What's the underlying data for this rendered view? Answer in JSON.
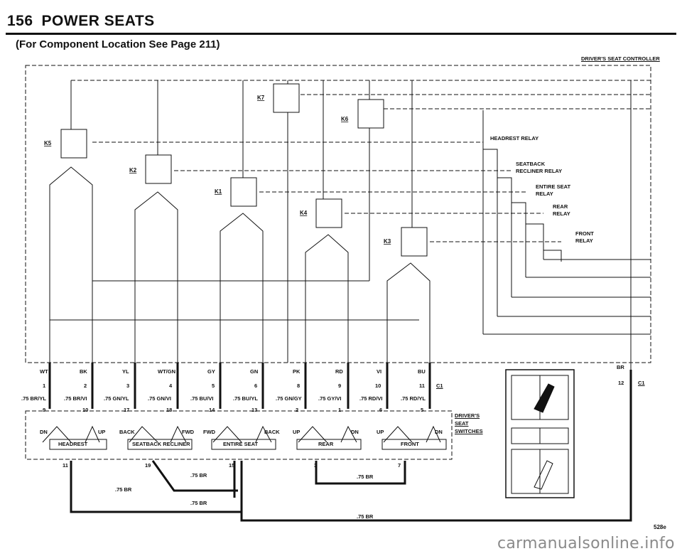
{
  "header": {
    "page_number": "156",
    "title": "POWER SEATS",
    "subtitle": "(For Component Location See Page 211)"
  },
  "controller": {
    "label": "DRIVER'S SEAT CONTROLLER",
    "relays": [
      "K7",
      "K6",
      "K5",
      "K2",
      "K1",
      "K4",
      "K3"
    ],
    "relay_labels": {
      "headrest": "HEADREST RELAY",
      "seatback": "SEATBACK",
      "recliner": "RECLINER RELAY",
      "entire_seat": "ENTIRE SEAT",
      "relay": "RELAY",
      "rear": "REAR",
      "front": "FRONT"
    }
  },
  "wires_top": [
    "WT",
    "BK",
    "YL",
    "WT/GN",
    "GY",
    "GN",
    "PK",
    "RD",
    "VI",
    "BU",
    "BR"
  ],
  "wires_bottom": [
    ".75 BR/YL",
    ".75 BR/VI",
    ".75 GN/YL",
    ".75 GN/VI",
    ".75 BU/VI",
    ".75 BU/YL",
    ".75 GN/GY",
    ".75 GY/VI",
    ".75 RD/VI",
    ".75 RD/YL"
  ],
  "pins_top": [
    "1",
    "2",
    "3",
    "4",
    "5",
    "6",
    "8",
    "9",
    "10",
    "11",
    "12"
  ],
  "pins_bottom": [
    "9",
    "10",
    "17",
    "18",
    "14",
    "13",
    "2",
    "1",
    "6",
    "5"
  ],
  "connector": "C1",
  "switch_labels": {
    "dn": "DN",
    "up": "UP",
    "back": "BACK",
    "fwd": "FWD",
    "headrest": "HEADREST",
    "seatback_recliner": "SEATBACK RECLINER",
    "entire_seat": "ENTIRE SEAT",
    "rear": "REAR",
    "front": "FRONT"
  },
  "switch_block": [
    "DRIVER'S",
    "SEAT",
    "SWITCHES"
  ],
  "lower_pins": [
    "11",
    "19",
    "15",
    "3",
    "7"
  ],
  "ground_wire": ".75 BR",
  "figure_code": "528e",
  "watermark": "carmanualsonline.info"
}
